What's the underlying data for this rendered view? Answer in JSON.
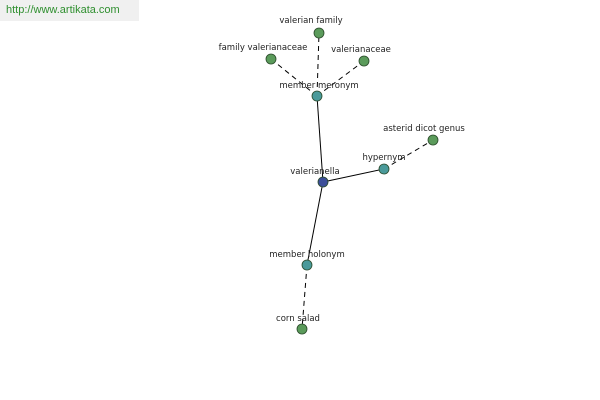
{
  "watermark": "http://www.artikata.com",
  "colors": {
    "leaf": "#5b9b5b",
    "relation": "#4a9a9a",
    "center": "#3d4f9a"
  },
  "nodes": {
    "valerian_family": {
      "label": "valerian family",
      "kind": "leaf"
    },
    "family_valerianaceae": {
      "label": "family valerianaceae",
      "kind": "leaf"
    },
    "valerianaceae": {
      "label": "valerianaceae",
      "kind": "leaf"
    },
    "member_meronym": {
      "label": "member meronym",
      "kind": "relation"
    },
    "asterid_dicot_genus": {
      "label": "asterid dicot genus",
      "kind": "leaf"
    },
    "hypernym": {
      "label": "hypernym",
      "kind": "relation"
    },
    "valerianella": {
      "label": "valerianella",
      "kind": "center"
    },
    "member_holonym": {
      "label": "member holonym",
      "kind": "relation"
    },
    "corn_salad": {
      "label": "corn salad",
      "kind": "leaf"
    }
  },
  "edges": [
    {
      "from": "valerianella",
      "to": "member_meronym",
      "style": "solid"
    },
    {
      "from": "valerianella",
      "to": "hypernym",
      "style": "solid"
    },
    {
      "from": "valerianella",
      "to": "member_holonym",
      "style": "solid"
    },
    {
      "from": "member_meronym",
      "to": "valerian_family",
      "style": "dashed"
    },
    {
      "from": "member_meronym",
      "to": "family_valerianaceae",
      "style": "dashed"
    },
    {
      "from": "member_meronym",
      "to": "valerianaceae",
      "style": "dashed"
    },
    {
      "from": "hypernym",
      "to": "asterid_dicot_genus",
      "style": "dashed"
    },
    {
      "from": "member_holonym",
      "to": "corn_salad",
      "style": "dashed"
    }
  ]
}
